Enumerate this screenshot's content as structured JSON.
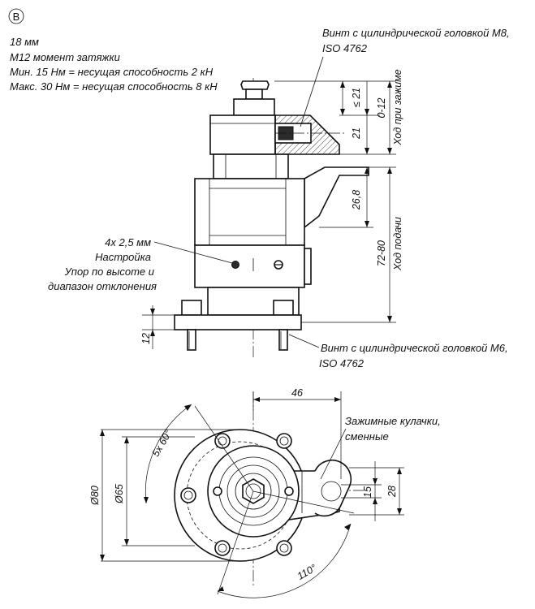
{
  "view_letter": "B",
  "notes": {
    "line1": "18 мм",
    "line2": "M12 момент затяжки",
    "line3": "Мин. 15 Нм = несущая способность 2 кН",
    "line4": "Макс. 30 Нм = несущая способность 8 кН"
  },
  "callouts": {
    "screw_m8_line1": "Винт с цилиндрической головкой M8,",
    "screw_m8_line2": "ISO 4762",
    "adjust_line1": "4x 2,5 мм",
    "adjust_line2": "Настройка",
    "adjust_line3": "Упор по высоте и",
    "adjust_line4": "диапазон отклонения",
    "screw_m6_line1": "Винт с цилиндрической головкой M6,",
    "screw_m6_line2": "ISO 4762",
    "jaws_line1": "Зажимные кулачки,",
    "jaws_line2": "сменные"
  },
  "dimensions": {
    "le21": "≤ 21",
    "d21": "21",
    "d0_12": "0-12",
    "clamp_stroke": "Ход при зажиме",
    "d26_8": "26,8",
    "d72_80": "72-80",
    "feed_stroke": "Ход подачи",
    "d12": "12",
    "d46": "46",
    "d5x60": "5x 60°",
    "d80": "Ø80",
    "d65": "Ø65",
    "d15": "15",
    "d28": "28",
    "d110": "110°"
  }
}
